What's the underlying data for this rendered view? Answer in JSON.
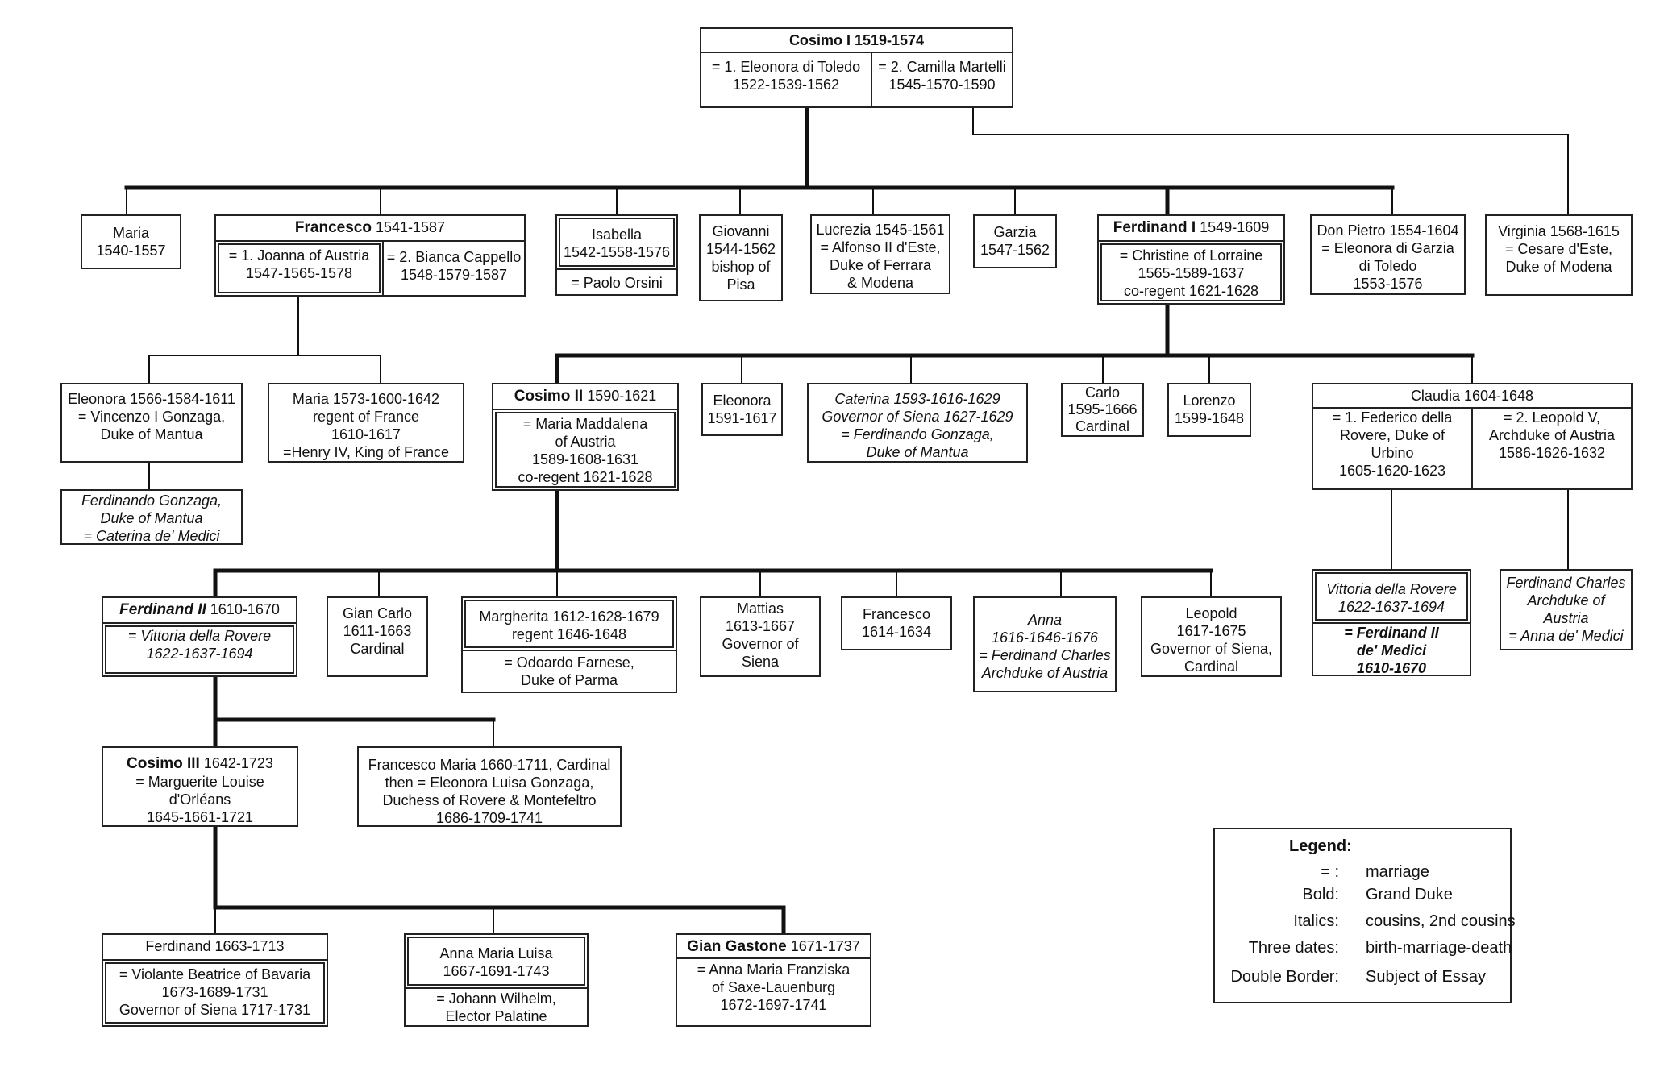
{
  "cosimo1": {
    "name": "Cosimo I",
    "dates": "1519-1574",
    "w1_line1": "= 1. Eleonora di Toledo",
    "w1_line2": "1522-1539-1562",
    "w2_line1": "= 2. Camilla Martelli",
    "w2_line2": "1545-1570-1590"
  },
  "gen2": {
    "maria": {
      "l1": "Maria",
      "l2": "1540-1557"
    },
    "francesco": {
      "name": "Francesco",
      "dates": "1541-1587",
      "w1_l1": "= 1. Joanna of Austria",
      "w1_l2": "1547-1565-1578",
      "w2_l1": "= 2. Bianca Cappello",
      "w2_l2": "1548-1579-1587"
    },
    "isabella": {
      "l1": "Isabella",
      "l2": "1542-1558-1576",
      "spouse": "= Paolo Orsini"
    },
    "giovanni": {
      "l1": "Giovanni",
      "l2": "1544-1562",
      "l3": "bishop of",
      "l4": "Pisa"
    },
    "lucrezia": {
      "l1": "Lucrezia 1545-1561",
      "l2": "= Alfonso II d'Este,",
      "l3": "Duke of Ferrara",
      "l4": "& Modena"
    },
    "garzia": {
      "l1": "Garzia",
      "l2": "1547-1562"
    },
    "ferdinand1": {
      "name": "Ferdinand I",
      "dates": "1549-1609",
      "l1": "= Christine of Lorraine",
      "l2": "1565-1589-1637",
      "l3": "co-regent 1621-1628"
    },
    "pietro": {
      "l1": "Don Pietro 1554-1604",
      "l2": "= Eleonora di Garzia",
      "l3": "di Toledo",
      "l4": "1553-1576"
    },
    "virginia": {
      "l1": "Virginia 1568-1615",
      "l2": "= Cesare d'Este,",
      "l3": "Duke of Modena"
    }
  },
  "gen3": {
    "eleonora_f": {
      "l1": "Eleonora 1566-1584-1611",
      "l2": "= Vincenzo I Gonzaga,",
      "l3": "Duke of Mantua"
    },
    "maria_f": {
      "l1": "Maria 1573-1600-1642",
      "l2": "regent of France",
      "l3": "1610-1617",
      "l4": "=Henry IV, King of France"
    },
    "ferdinando_g": {
      "l1": "Ferdinando Gonzaga,",
      "l2": "Duke of Mantua",
      "l3": "= Caterina de' Medici"
    },
    "cosimo2": {
      "name": "Cosimo II",
      "dates": "1590-1621",
      "l1": "= Maria Maddalena",
      "l2": "of Austria",
      "l3": "1589-1608-1631",
      "l4": "co-regent 1621-1628"
    },
    "eleonora": {
      "l1": "Eleonora",
      "l2": "1591-1617"
    },
    "caterina": {
      "l1": "Caterina 1593-1616-1629",
      "l2": "Governor of Siena 1627-1629",
      "l3": "= Ferdinando Gonzaga,",
      "l4": "Duke of Mantua"
    },
    "carlo": {
      "l1": "Carlo",
      "l2": "1595-1666",
      "l3": "Cardinal"
    },
    "lorenzo": {
      "l1": "Lorenzo",
      "l2": "1599-1648"
    },
    "claudia": {
      "name": "Claudia 1604-1648",
      "h1_l1": "= 1. Federico della",
      "h1_l2": "Rovere, Duke of",
      "h1_l3": "Urbino",
      "h1_l4": "1605-1620-1623",
      "h2_l1": "= 2. Leopold V,",
      "h2_l2": "Archduke of Austria",
      "h2_l3": "1586-1626-1632"
    }
  },
  "gen4": {
    "ferdinand2": {
      "name": "Ferdinand II",
      "dates": "1610-1670",
      "l1": "= Vittoria della Rovere",
      "l2": "1622-1637-1694"
    },
    "giancarlo": {
      "l1": "Gian Carlo",
      "l2": "1611-1663",
      "l3": "Cardinal"
    },
    "margherita": {
      "l1": "Margherita 1612-1628-1679",
      "l2": "regent 1646-1648",
      "s1": "=  Odoardo Farnese,",
      "s2": "Duke of Parma"
    },
    "mattias": {
      "l1": "Mattias",
      "l2": "1613-1667",
      "l3": "Governor of",
      "l4": "Siena"
    },
    "francesco": {
      "l1": "Francesco",
      "l2": "1614-1634"
    },
    "anna": {
      "l1": "Anna",
      "l2": "1616-1646-1676",
      "l3": "= Ferdinand Charles",
      "l4": "Archduke of Austria"
    },
    "leopold": {
      "l1": "Leopold",
      "l2": "1617-1675",
      "l3": "Governor of Siena,",
      "l4": "Cardinal"
    },
    "vittoria": {
      "l1": "Vittoria della Rovere",
      "l2": "1622-1637-1694",
      "s1": "= Ferdinand II",
      "s2": "de' Medici",
      "s3": "1610-1670"
    },
    "ferdinand_charles": {
      "l1": "Ferdinand Charles",
      "l2": "Archduke of",
      "l3": "Austria",
      "l4": "= Anna de' Medici"
    }
  },
  "gen5": {
    "cosimo3": {
      "name": "Cosimo III",
      "dates": "1642-1723",
      "l1": "= Marguerite Louise",
      "l2": "d'Orléans",
      "l3": "1645-1661-1721"
    },
    "francesco_maria": {
      "l1": "Francesco Maria 1660-1711, Cardinal",
      "l2": "then = Eleonora Luisa Gonzaga,",
      "l3": "Duchess of Rovere & Montefeltro",
      "l4": "1686-1709-1741"
    }
  },
  "gen6": {
    "ferdinand": {
      "name": "Ferdinand 1663-1713",
      "l1": "= Violante Beatrice of Bavaria",
      "l2": "1673-1689-1731",
      "l3": "Governor of Siena 1717-1731"
    },
    "anna_maria": {
      "l1": "Anna Maria Luisa",
      "l2": "1667-1691-1743",
      "s1": "= Johann Wilhelm,",
      "s2": "Elector Palatine"
    },
    "gian_gastone": {
      "name": "Gian Gastone",
      "dates": "1671-1737",
      "l1": "= Anna Maria Franziska",
      "l2": "of Saxe-Lauenburg",
      "l3": "1672-1697-1741"
    }
  },
  "legend": {
    "title": "Legend:",
    "rows": [
      {
        "key": "= :",
        "value": "marriage"
      },
      {
        "key": "Bold:",
        "value": "Grand Duke"
      },
      {
        "key": "Italics:",
        "value": "cousins, 2nd cousins"
      },
      {
        "key": "Three dates:",
        "value": "birth-marriage-death"
      },
      {
        "key": "Double Border:",
        "value": "Subject of Essay"
      }
    ]
  }
}
